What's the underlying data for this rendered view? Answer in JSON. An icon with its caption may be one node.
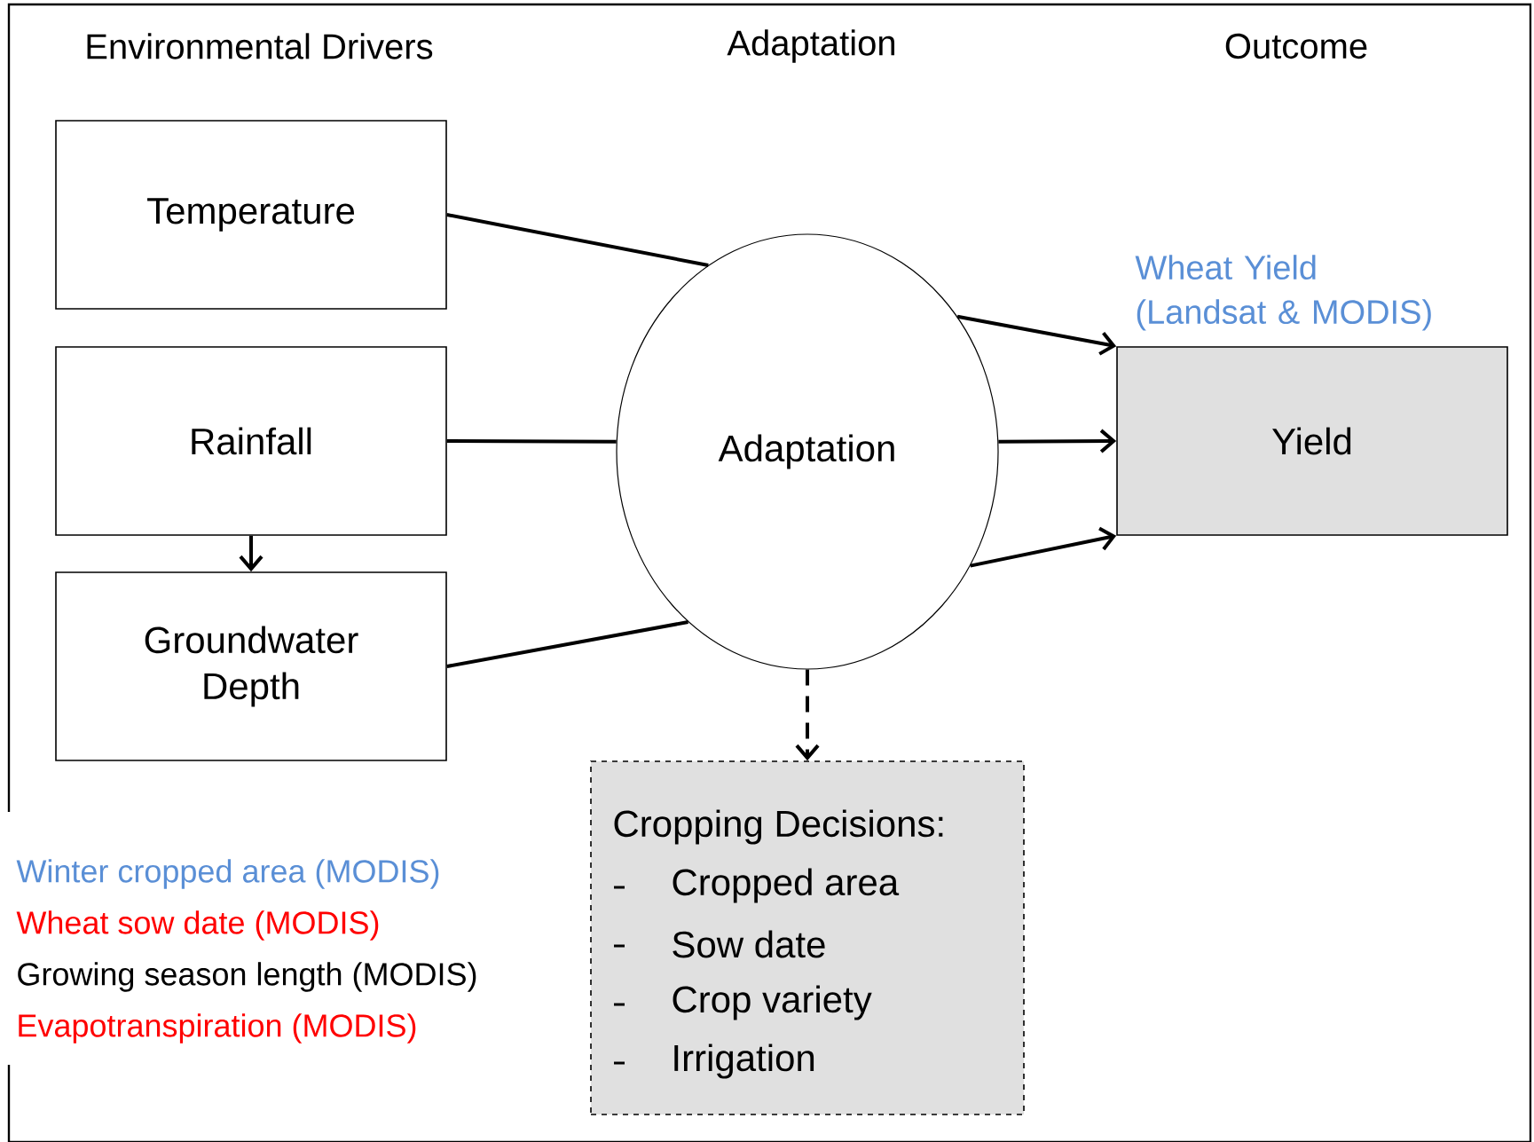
{
  "diagram": {
    "nodes": [
      {
        "text": [
          "Temperature"
        ]
      },
      {
        "text": [
          "Rainfall"
        ]
      },
      {
        "text": [
          "Groundwater Depth"
        ]
      },
      {
        "text": [
          "Adaptation"
        ]
      },
      {
        "text": [
          "Yield"
        ],
        "beside": [
          "Wheat Yield (Landsat & MODIS)"
        ]
      },
      {
        "text": [
          "Cropping Decisions:",
          "Cropped area",
          "Sow date",
          "Crop variety",
          "Irrigation"
        ]
      }
    ],
    "edges": [
      {
        "from": 0,
        "to": 3,
        "arrow": "none"
      },
      {
        "from": 1,
        "to": 3,
        "arrow": "none"
      },
      {
        "from": 2,
        "to": 3,
        "arrow": "none"
      },
      {
        "from": 1,
        "to": 2,
        "arrow": "to"
      },
      {
        "from": 3,
        "to": 4,
        "arrow": "to"
      },
      {
        "from": 3,
        "to": 4,
        "arrow": "to"
      },
      {
        "from": 3,
        "to": 4,
        "arrow": "to"
      },
      {
        "from": 3,
        "to": 5,
        "arrow": "to",
        "style": "dashed"
      }
    ],
    "labels": [
      "Environmental Drivers",
      "Adaptation",
      "Outcome",
      "Winter cropped area (MODIS)",
      "Wheat sow date (MODIS)",
      "Growing season length (MODIS)",
      "Evapotranspiration (MODIS)"
    ]
  }
}
